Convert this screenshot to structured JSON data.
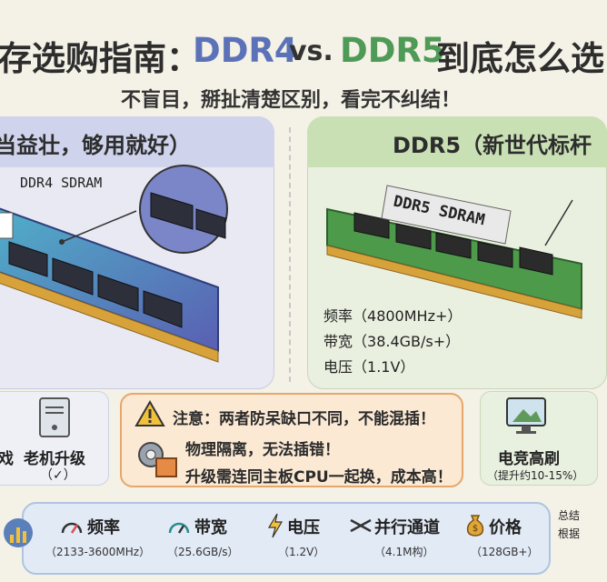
{
  "title": {
    "prefix": "存选购指南：",
    "ddr4": "DDR4",
    "vs": "vs.",
    "ddr5": "DDR5",
    "suffix": "到底怎么选"
  },
  "subtitle": "不盲目，掰扯清楚区别，看完不纠结！",
  "left_panel": {
    "header": "当益壮，够用就好）",
    "module_label": "DDR4 SDRAM"
  },
  "right_panel": {
    "header": "DDR5（新世代标杆",
    "module_label": "DDR5 SDRAM",
    "specs": [
      {
        "label": "频率",
        "value": "（4800MHz+）"
      },
      {
        "label": "带宽",
        "value": "（38.4GB/s+）"
      },
      {
        "label": "电压",
        "value": "（1.1V）"
      }
    ]
  },
  "side_left": {
    "partial": "戏",
    "label": "老机升级",
    "mark": "（✓）"
  },
  "notice": {
    "line1": "注意：两者防呆缺口不同，不能混插！",
    "line2": "物理隔离，无法插错！",
    "line3": "升级需连同主板CPU一起换，成本高！"
  },
  "side_right": {
    "label": "电竞高刷",
    "sub": "（提升约10-15%）"
  },
  "bottom": {
    "metrics": [
      {
        "name": "频率",
        "value": "（2133-3600MHz）"
      },
      {
        "name": "带宽",
        "value": "（25.6GB/s）"
      },
      {
        "name": "电压",
        "value": "（1.2V）"
      },
      {
        "name": "并行通道",
        "value": "（4.1M构）"
      },
      {
        "name": "价格",
        "value": "（128GB+）"
      }
    ],
    "side_note1": "总结",
    "side_note2": "根据"
  },
  "colors": {
    "ddr4_blue": "#5b72b8",
    "ddr5_green": "#4f9a57",
    "warning_orange": "#e7a66a"
  }
}
